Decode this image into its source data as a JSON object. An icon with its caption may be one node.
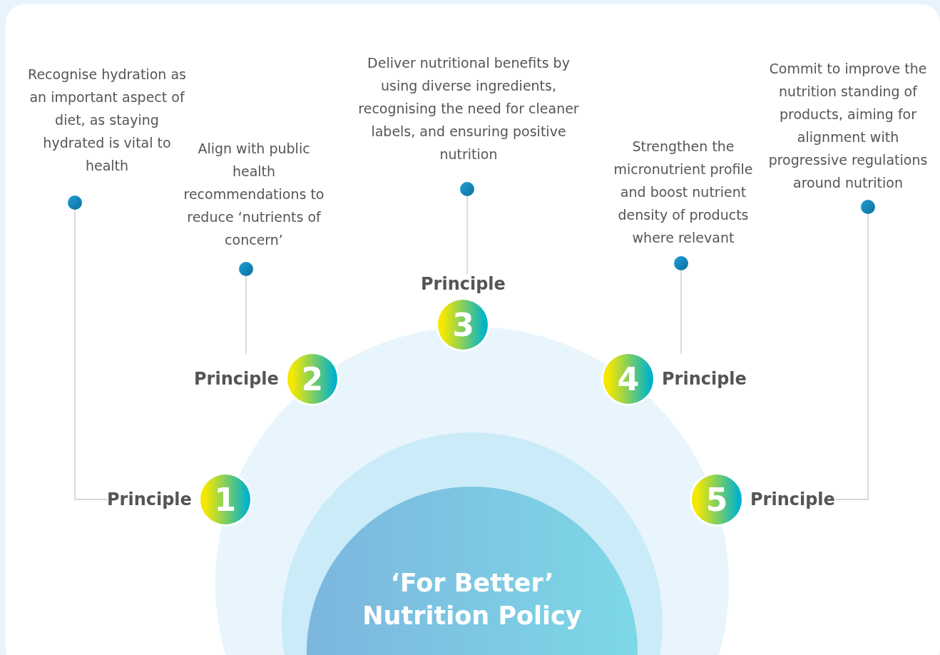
{
  "diagram": {
    "nodes": [
      {
        "text": [
          "‘For Better’ Nutrition Policy"
        ]
      },
      {
        "text": [
          "1"
        ],
        "beside": [
          "Principle"
        ]
      },
      {
        "text": [
          "2"
        ],
        "beside": [
          "Principle"
        ]
      },
      {
        "text": [
          "3"
        ],
        "beside": [
          "Principle"
        ]
      },
      {
        "text": [
          "4"
        ],
        "beside": [
          "Principle"
        ]
      },
      {
        "text": [
          "5"
        ],
        "beside": [
          "Principle"
        ]
      },
      {
        "text": [
          "Recognise hydration as an important aspect of diet, as staying hydrated is vital to health"
        ]
      },
      {
        "text": [
          "Align with public health recommendations to reduce ‘nutrients of concern’"
        ]
      },
      {
        "text": [
          "Deliver nutritional benefits by using diverse ingredients, recognising the need for cleaner labels, and ensuring positive nutrition"
        ]
      },
      {
        "text": [
          "Strengthen the micronutrient profile and boost nutrient density of products where relevant"
        ]
      },
      {
        "text": [
          "Commit to improve the nutrition standing of products, aiming for alignment with progressive regulations around nutrition"
        ]
      }
    ],
    "edges": [
      {
        "from": 6,
        "to": 1,
        "arrow": "other"
      },
      {
        "from": 7,
        "to": 2,
        "arrow": "other"
      },
      {
        "from": 8,
        "to": 3,
        "arrow": "other"
      },
      {
        "from": 9,
        "to": 4,
        "arrow": "other"
      },
      {
        "from": 10,
        "to": 5,
        "arrow": "other"
      }
    ]
  }
}
